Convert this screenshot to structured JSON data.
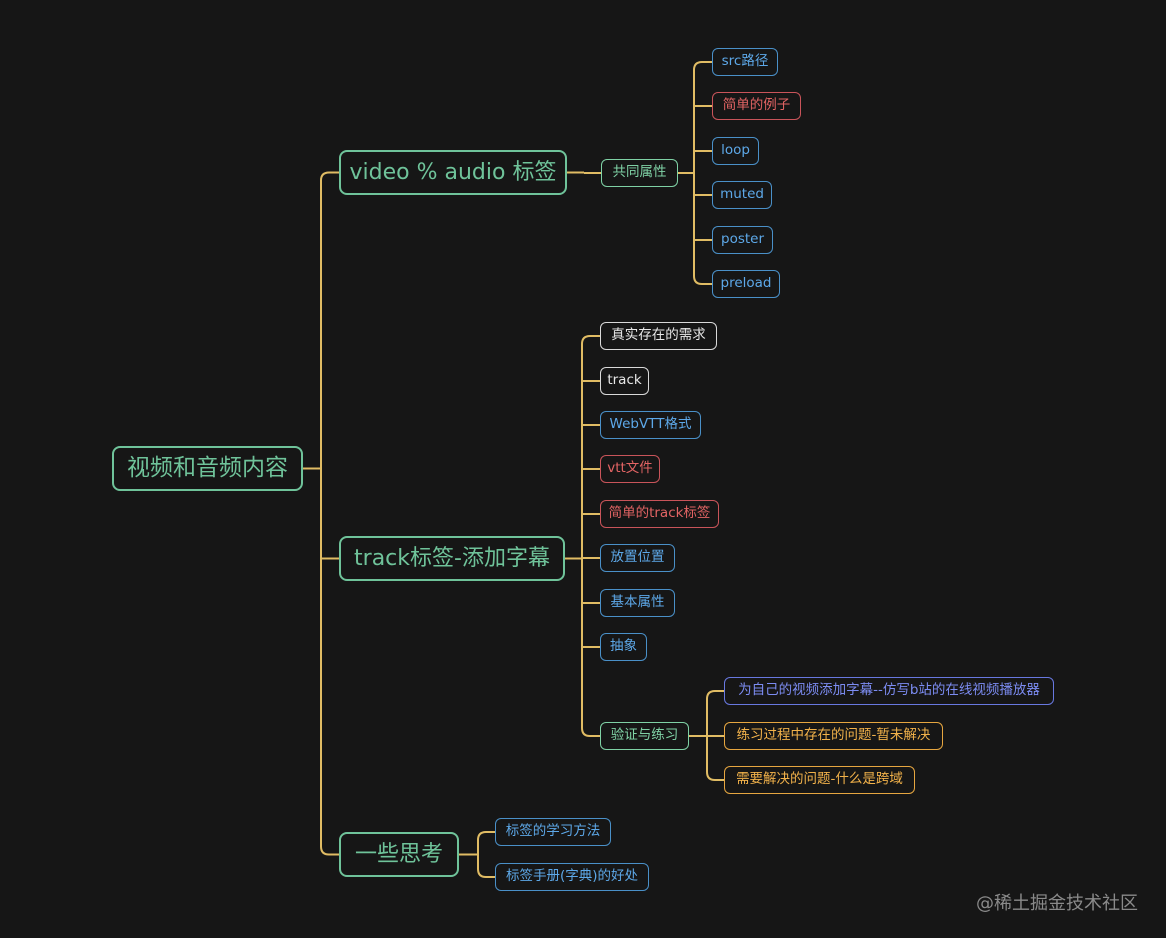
{
  "mindmap": {
    "root": "视频和音频内容",
    "branches": [
      {
        "label": "video % audio 标签",
        "children": [
          {
            "label": "共同属性",
            "children": [
              "src路径",
              "简单的例子",
              "loop",
              "muted",
              "poster",
              "preload"
            ]
          }
        ]
      },
      {
        "label": "track标签-添加字幕",
        "children": [
          {
            "label": "真实存在的需求"
          },
          {
            "label": "track"
          },
          {
            "label": "WebVTT格式"
          },
          {
            "label": "vtt文件"
          },
          {
            "label": "简单的track标签"
          },
          {
            "label": "放置位置"
          },
          {
            "label": "基本属性"
          },
          {
            "label": "抽象"
          },
          {
            "label": "验证与练习",
            "children": [
              "为自己的视频添加字幕--仿写b站的在线视频播放器",
              "练习过程中存在的问题-暂未解决",
              "需要解决的问题-什么是跨域"
            ]
          }
        ]
      },
      {
        "label": "一些思考",
        "children": [
          {
            "label": "标签的学习方法"
          },
          {
            "label": "标签手册(字典)的好处"
          }
        ]
      }
    ]
  },
  "watermark": "@稀土掘金技术社区",
  "colors": {
    "background": "#161616",
    "connector": "#e0bc64",
    "root_border": "#6fc39a",
    "green": "#7fd1a5",
    "blue": "#5da8e8",
    "red": "#e36464",
    "white": "#e8e8e8",
    "purple": "#7c8cf2",
    "orange": "#f2b24a"
  }
}
